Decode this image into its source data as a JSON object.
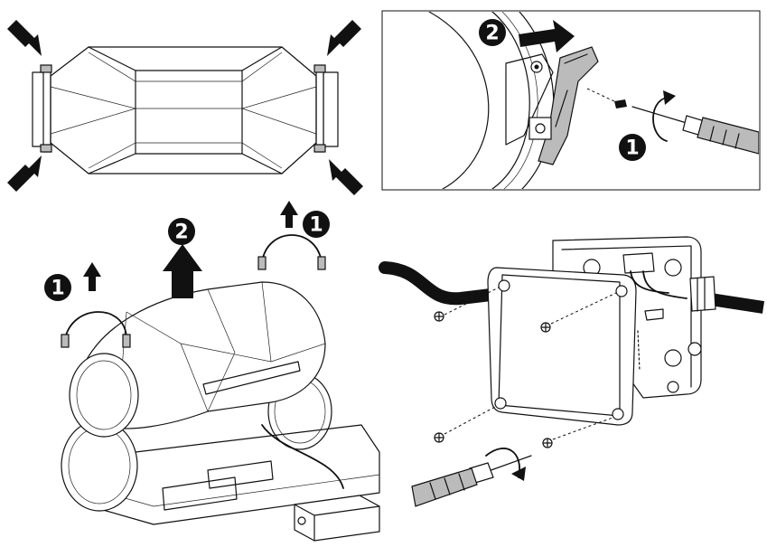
{
  "step_markers": {
    "top_right_step_2": "2",
    "top_right_step_1": "1",
    "bottom_left_step_1_left": "1",
    "bottom_left_step_2": "2",
    "bottom_left_step_1_right": "1"
  },
  "colors": {
    "line": "#111111",
    "fill": "#ffffff",
    "marker": "#111111",
    "marker_text": "#ffffff",
    "cable": "#111111"
  },
  "icons": {
    "arrow": "black-arrow-icon",
    "rotate": "rotation-arrow-icon",
    "screwdriver": "screwdriver-icon",
    "screw": "screw-icon"
  }
}
